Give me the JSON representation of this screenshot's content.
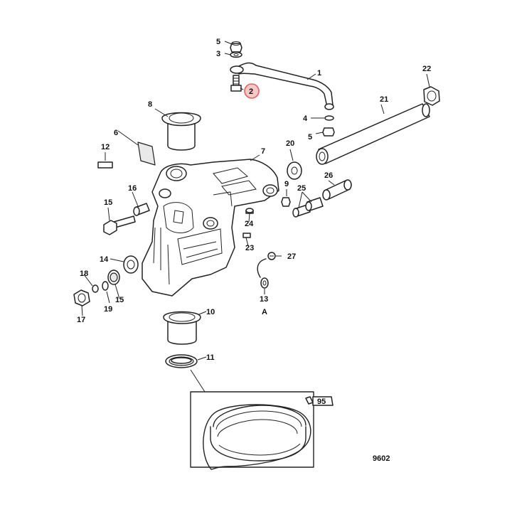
{
  "diagram": {
    "figure_number": "9602",
    "view_marker": "A",
    "highlighted_callout": "2",
    "highlight_color": "#f6c8c6",
    "highlight_stroke": "#e06060",
    "tube_label": "95",
    "callouts": {
      "c1": "1",
      "c2": "2",
      "c3": "3",
      "c4": "4",
      "c5a": "5",
      "c5b": "5",
      "c6": "6",
      "c7": "7",
      "c8": "8",
      "c9": "9",
      "c10": "10",
      "c11": "11",
      "c12": "12",
      "c13": "13",
      "c14": "14",
      "c15a": "15",
      "c15b": "15",
      "c16": "16",
      "c17": "17",
      "c18": "18",
      "c19": "19",
      "c20": "20",
      "c21": "21",
      "c22": "22",
      "c23": "23",
      "c24": "24",
      "c25": "25",
      "c26": "26",
      "c27": "27"
    }
  }
}
